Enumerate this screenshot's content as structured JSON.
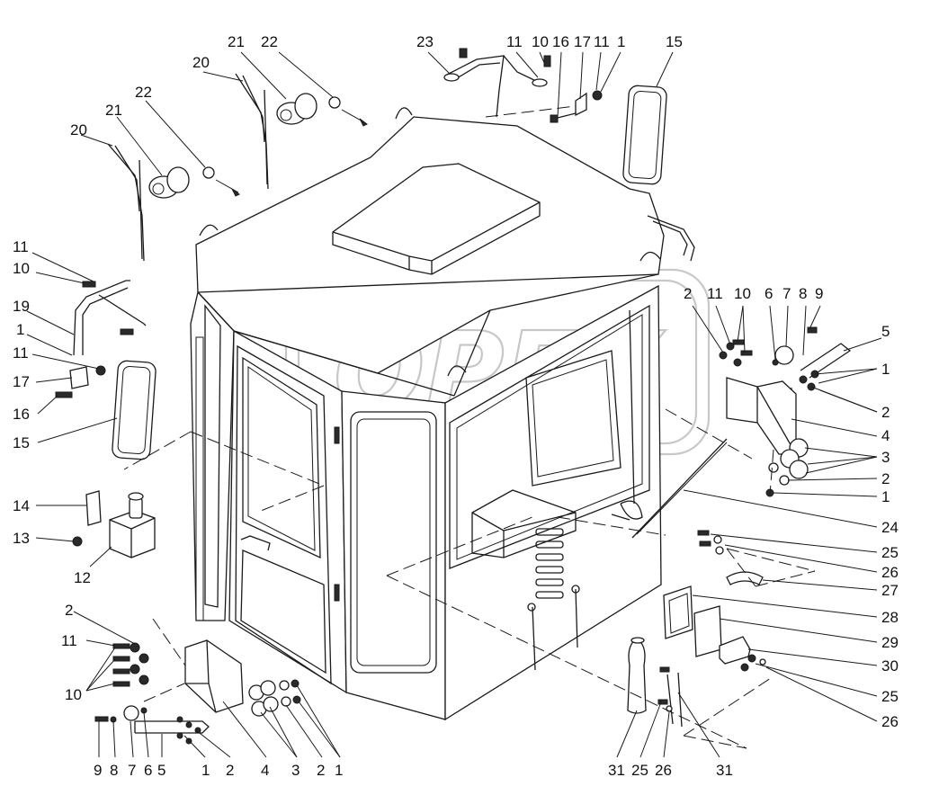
{
  "watermark": "OPEX",
  "callouts": [
    {
      "id": "c-23",
      "text": "23"
    },
    {
      "id": "c-11a",
      "text": "11"
    },
    {
      "id": "c-10a",
      "text": "10"
    },
    {
      "id": "c-16a",
      "text": "16"
    },
    {
      "id": "c-17a",
      "text": "17"
    },
    {
      "id": "c-11b",
      "text": "11"
    },
    {
      "id": "c-1a",
      "text": "1"
    },
    {
      "id": "c-15a",
      "text": "15"
    },
    {
      "id": "c-21a",
      "text": "21"
    },
    {
      "id": "c-22a",
      "text": "22"
    },
    {
      "id": "c-20a",
      "text": "20"
    },
    {
      "id": "c-21b",
      "text": "21"
    },
    {
      "id": "c-22b",
      "text": "22"
    },
    {
      "id": "c-20b",
      "text": "20"
    },
    {
      "id": "c-11c",
      "text": "11"
    },
    {
      "id": "c-10b",
      "text": "10"
    },
    {
      "id": "c-19",
      "text": "19"
    },
    {
      "id": "c-1b",
      "text": "1"
    },
    {
      "id": "c-11d",
      "text": "11"
    },
    {
      "id": "c-17b",
      "text": "17"
    },
    {
      "id": "c-16b",
      "text": "16"
    },
    {
      "id": "c-15b",
      "text": "15"
    },
    {
      "id": "c-14",
      "text": "14"
    },
    {
      "id": "c-13",
      "text": "13"
    },
    {
      "id": "c-12",
      "text": "12"
    },
    {
      "id": "c-2a",
      "text": "2"
    },
    {
      "id": "c-11e",
      "text": "11"
    },
    {
      "id": "c-10c",
      "text": "10"
    },
    {
      "id": "c-9a",
      "text": "9"
    },
    {
      "id": "c-8a",
      "text": "8"
    },
    {
      "id": "c-7a",
      "text": "7"
    },
    {
      "id": "c-6a",
      "text": "6"
    },
    {
      "id": "c-5a",
      "text": "5"
    },
    {
      "id": "c-1c",
      "text": "1"
    },
    {
      "id": "c-2b",
      "text": "2"
    },
    {
      "id": "c-4a",
      "text": "4"
    },
    {
      "id": "c-3a",
      "text": "3"
    },
    {
      "id": "c-2c",
      "text": "2"
    },
    {
      "id": "c-1d",
      "text": "1"
    },
    {
      "id": "c-2d",
      "text": "2"
    },
    {
      "id": "c-11f",
      "text": "11"
    },
    {
      "id": "c-10d",
      "text": "10"
    },
    {
      "id": "c-6b",
      "text": "6"
    },
    {
      "id": "c-7b",
      "text": "7"
    },
    {
      "id": "c-8b",
      "text": "8"
    },
    {
      "id": "c-9b",
      "text": "9"
    },
    {
      "id": "c-5b",
      "text": "5"
    },
    {
      "id": "c-1e",
      "text": "1"
    },
    {
      "id": "c-2e",
      "text": "2"
    },
    {
      "id": "c-4b",
      "text": "4"
    },
    {
      "id": "c-3b",
      "text": "3"
    },
    {
      "id": "c-2f",
      "text": "2"
    },
    {
      "id": "c-1f",
      "text": "1"
    },
    {
      "id": "c-24",
      "text": "24"
    },
    {
      "id": "c-25a",
      "text": "25"
    },
    {
      "id": "c-26a",
      "text": "26"
    },
    {
      "id": "c-27",
      "text": "27"
    },
    {
      "id": "c-28",
      "text": "28"
    },
    {
      "id": "c-29",
      "text": "29"
    },
    {
      "id": "c-30",
      "text": "30"
    },
    {
      "id": "c-25b",
      "text": "25"
    },
    {
      "id": "c-26b",
      "text": "26"
    },
    {
      "id": "c-31a",
      "text": "31"
    },
    {
      "id": "c-25c",
      "text": "25"
    },
    {
      "id": "c-26c",
      "text": "26"
    },
    {
      "id": "c-31b",
      "text": "31"
    }
  ]
}
